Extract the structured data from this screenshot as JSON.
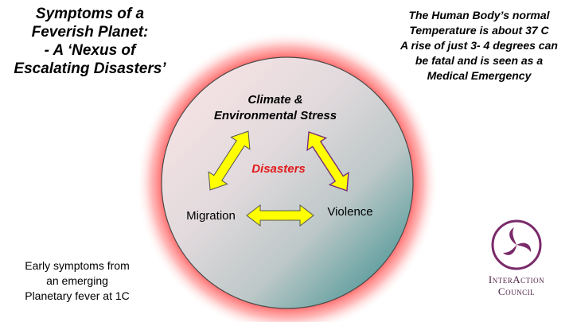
{
  "title": {
    "lines": [
      "Symptoms of a",
      "Feverish Planet:",
      "- A ‘Nexus of",
      "Escalating Disasters’"
    ]
  },
  "note": {
    "lines": [
      "The Human Body’s normal",
      "Temperature is about 37 C",
      "A rise of just 3- 4 degrees can",
      "be fatal and is seen as a",
      "Medical Emergency"
    ]
  },
  "diagram": {
    "top_node": {
      "lines": [
        "Climate &",
        "Environmental Stress"
      ]
    },
    "center_label": "Disasters",
    "left_node": "Migration",
    "right_node": "Violence"
  },
  "footnote": {
    "lines": [
      "Early symptoms from",
      "an emerging",
      "Planetary fever at 1C"
    ]
  },
  "logo": {
    "lines": [
      "InterAction",
      "Council"
    ]
  },
  "colors": {
    "accent_red": "#e11b1b",
    "arrow_yellow": "#ffff00",
    "arrow_stroke_top": "#7a2e7a",
    "logo_purple": "#7a2a6a",
    "glow_red": "#ff5a5a"
  }
}
